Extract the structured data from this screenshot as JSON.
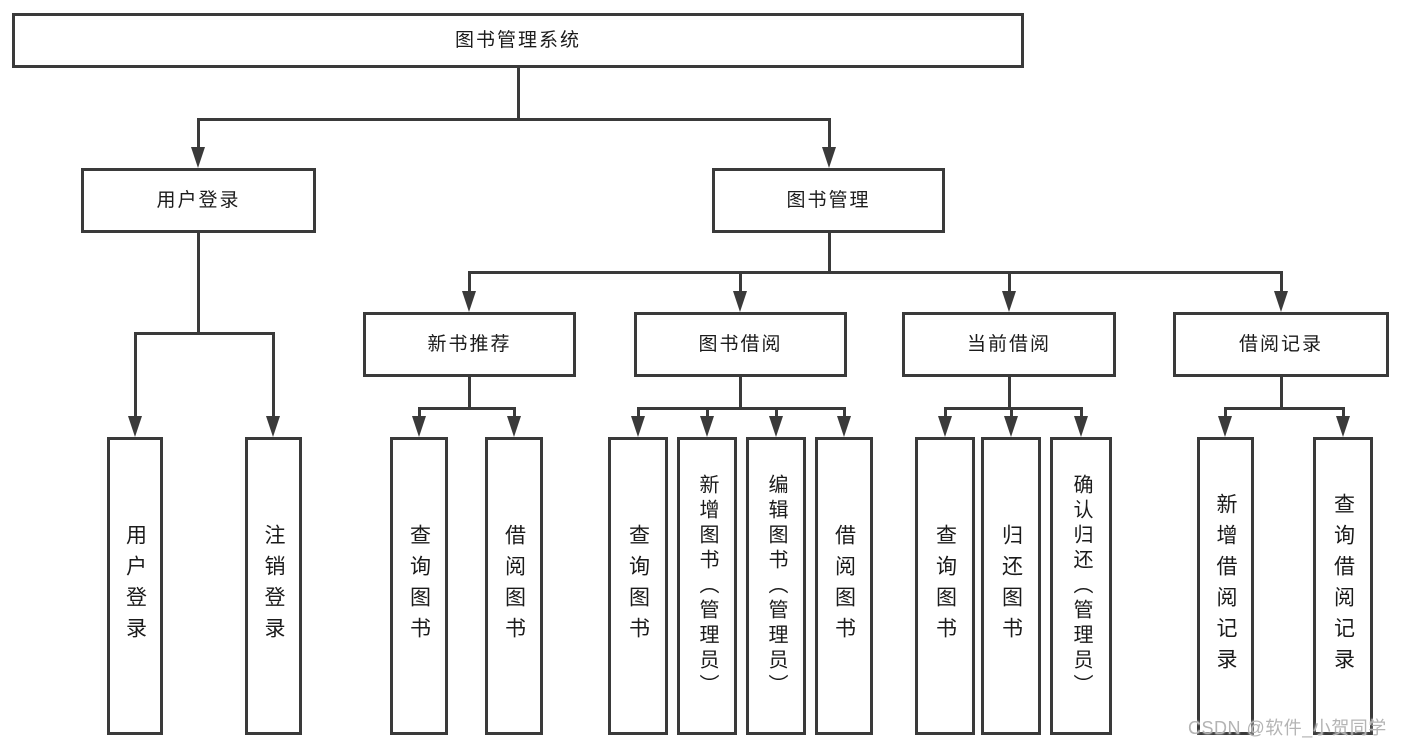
{
  "tree": {
    "label": "图书管理系统",
    "children": [
      {
        "label": "用户登录",
        "children": [
          {
            "label": "用户登录"
          },
          {
            "label": "注销登录"
          }
        ]
      },
      {
        "label": "图书管理",
        "children": [
          {
            "label": "新书推荐",
            "children": [
              {
                "label": "查询图书"
              },
              {
                "label": "借阅图书"
              }
            ]
          },
          {
            "label": "图书借阅",
            "children": [
              {
                "label": "查询图书"
              },
              {
                "label": "新增图书（管理员）"
              },
              {
                "label": "编辑图书（管理员）"
              },
              {
                "label": "借阅图书"
              }
            ]
          },
          {
            "label": "当前借阅",
            "children": [
              {
                "label": "查询图书"
              },
              {
                "label": "归还图书"
              },
              {
                "label": "确认归还（管理员）"
              }
            ]
          },
          {
            "label": "借阅记录",
            "children": [
              {
                "label": "新增借阅记录"
              },
              {
                "label": "查询借阅记录"
              }
            ]
          }
        ]
      }
    ]
  },
  "watermark": "CSDN @软件_小贺同学",
  "colors": {
    "line": "#3a3a3a",
    "text": "#1b1b1b",
    "watermark": "#b4b4b4",
    "background": "#ffffff"
  }
}
